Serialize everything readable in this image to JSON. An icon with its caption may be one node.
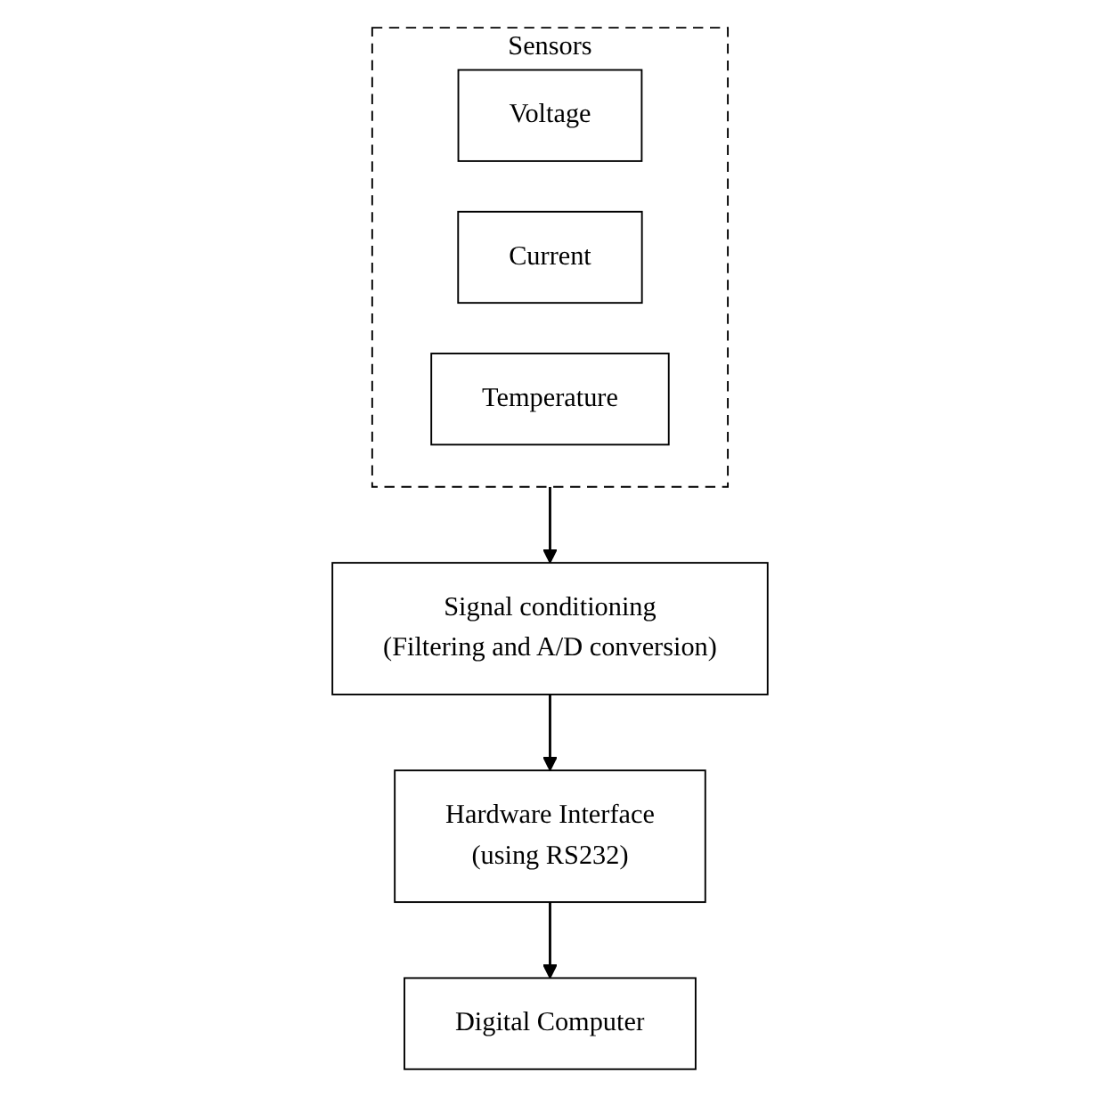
{
  "diagram": {
    "nodes": [
      {
        "text": [
          "Sensors"
        ]
      },
      {
        "text": [
          "Voltage"
        ],
        "in": 0
      },
      {
        "text": [
          "Current"
        ],
        "in": 0
      },
      {
        "text": [
          "Temperature"
        ],
        "in": 0
      },
      {
        "text": [
          "Signal conditioning",
          "(Filtering and A/D conversion)"
        ]
      },
      {
        "text": [
          "Hardware Interface",
          "(using RS232)"
        ]
      },
      {
        "text": [
          "Digital Computer"
        ]
      }
    ],
    "edges": [
      {
        "from": 0,
        "to": 4,
        "arrow": "to"
      },
      {
        "from": 4,
        "to": 5,
        "arrow": "to"
      },
      {
        "from": 5,
        "to": 6,
        "arrow": "to"
      }
    ]
  }
}
